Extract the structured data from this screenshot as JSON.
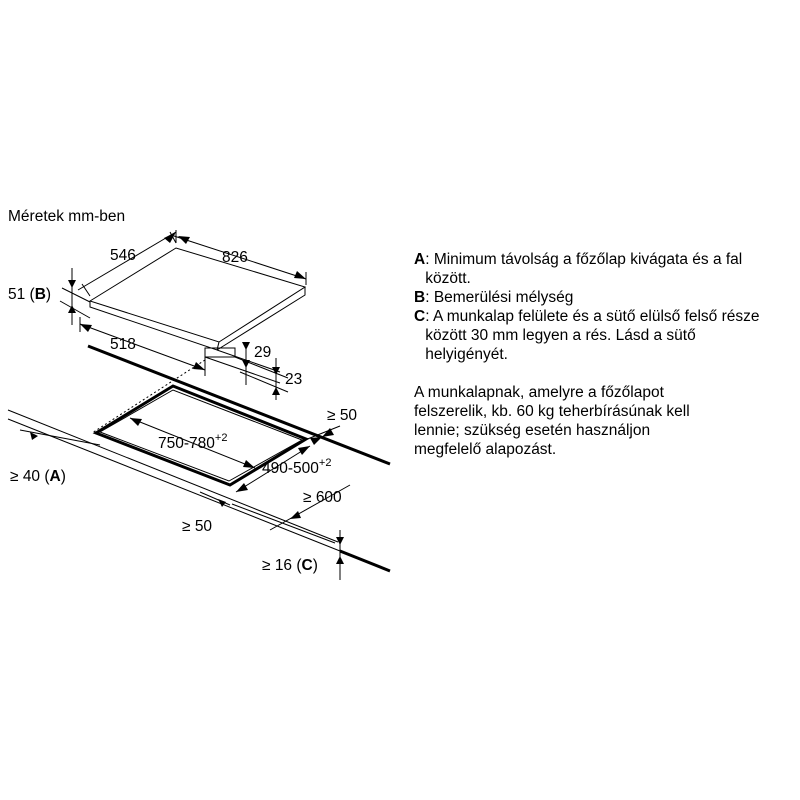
{
  "caption": "Méretek mm-ben",
  "dimensions": {
    "depth_top": "546",
    "width_top": "826",
    "b_value": "51 (",
    "b_letter": "B",
    "b_close": ")",
    "depth_inner": "518",
    "height_29": "29",
    "height_23": "23",
    "cutout_width": "750-780",
    "cutout_width_sup": "+2",
    "cutout_depth": "490-500",
    "cutout_depth_sup": "+2",
    "rear_gap": "≥ 50",
    "wall_gap_prefix": "≥ 40 (",
    "wall_gap_letter": "A",
    "wall_gap_suffix": ")",
    "front_depth": "≥ 600",
    "front_gap": "≥ 50",
    "c_prefix": "≥ 16 (",
    "c_letter": "C",
    "c_suffix": ")"
  },
  "notes": [
    {
      "key": "A",
      "text": ": Minimum távolság a főzőlap kivágata és a fal között."
    },
    {
      "key": "B",
      "text": ": Bemerülési mélység"
    },
    {
      "key": "C",
      "text": ": A munkalap felülete és a sütő elülső felső része között 30 mm legyen a rés. Lásd a sütő helyigényét."
    }
  ],
  "paragraph": "A munkalapnak, amelyre a főzőlapot\nfelszerelik, kb. 60 kg teherbírásúnak kell\nlennie; szükség esetén használjon\nmegfelelő alapozást."
}
